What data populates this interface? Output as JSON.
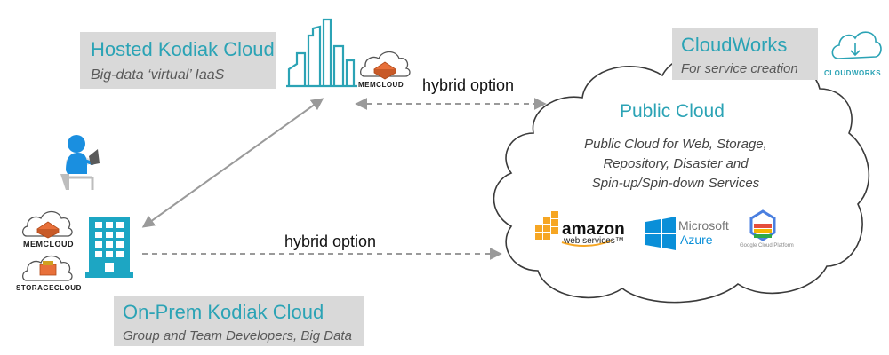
{
  "hosted": {
    "title": "Hosted Kodiak Cloud",
    "subtitle": "Big-data ‘virtual’ IaaS"
  },
  "onprem": {
    "title": "On-Prem Kodiak Cloud",
    "subtitle": "Group and Team Developers, Big Data"
  },
  "cloudworks": {
    "title": "CloudWorks",
    "subtitle": "For service creation",
    "logo_label": "CLOUDWORKS"
  },
  "public_cloud": {
    "title": "Public Cloud",
    "description": [
      "Public Cloud for Web, Storage,",
      "Repository, Disaster and",
      "Spin-up/Spin-down Services"
    ]
  },
  "connections": {
    "hybrid_top": "hybrid option",
    "hybrid_bottom": "hybrid option"
  },
  "icons": {
    "memcloud_top": "MEMCLOUD",
    "memcloud_left": "MEMCLOUD",
    "storagecloud_left": "STORAGECLOUD"
  },
  "vendors": {
    "aws_main": "amazon",
    "aws_sub": "web services™",
    "ms_line1": "Microsoft",
    "ms_line2": "Azure",
    "google": "Google Cloud Platform"
  },
  "colors": {
    "accent": "#2ba3b5",
    "box_bg": "#d9d9d9",
    "memcloud_orange": "#e8703a",
    "arrow_gray": "#999999"
  }
}
